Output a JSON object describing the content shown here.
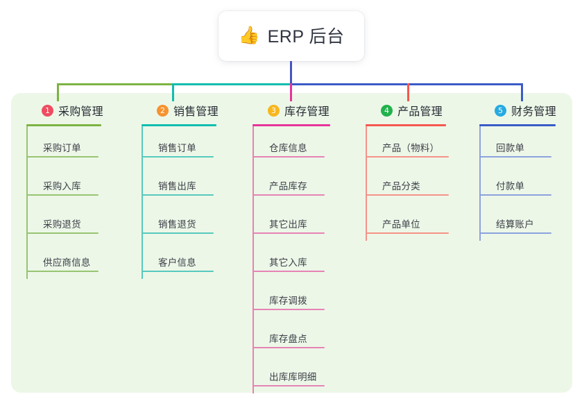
{
  "diagram": {
    "type": "mind-map",
    "root": {
      "icon": "thumbs-up-icon",
      "emoji": "👍",
      "title": "ERP 后台",
      "stem_color": "#4455c4"
    },
    "panel_color": "#edf7e8",
    "branches": [
      {
        "number": "1",
        "title": "采购管理",
        "badge_color": "#ef4c60",
        "line_color": "#7cb342",
        "leaf_line_color": "#97c471",
        "items": [
          "采购订单",
          "采购入库",
          "采购退货",
          "供应商信息"
        ]
      },
      {
        "number": "2",
        "title": "销售管理",
        "badge_color": "#f7922e",
        "line_color": "#0fbdae",
        "leaf_line_color": "#56c9bd",
        "items": [
          "销售订单",
          "销售出库",
          "销售退货",
          "客户信息"
        ]
      },
      {
        "number": "3",
        "title": "库存管理",
        "badge_color": "#f7b71d",
        "line_color": "#e8339a",
        "leaf_line_color": "#e683b4",
        "items": [
          "仓库信息",
          "产品库存",
          "其它出库",
          "其它入库",
          "库存调拨",
          "库存盘点",
          "出库库明细"
        ]
      },
      {
        "number": "4",
        "title": "产品管理",
        "badge_color": "#22b24c",
        "line_color": "#f4584f",
        "leaf_line_color": "#f59289",
        "items": [
          "产品（物料）",
          "产品分类",
          "产品单位"
        ]
      },
      {
        "number": "5",
        "title": "财务管理",
        "badge_color": "#27aae1",
        "line_color": "#3a5bc7",
        "leaf_line_color": "#8ca2dd",
        "items": [
          "回款单",
          "付款单",
          "结算账户"
        ]
      }
    ]
  }
}
